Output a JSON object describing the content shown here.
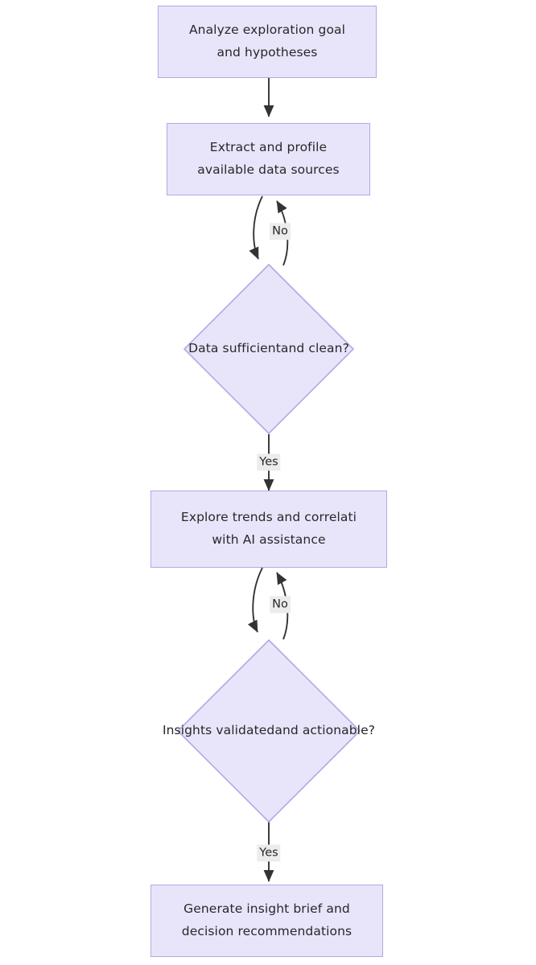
{
  "diagram": {
    "type": "flowchart",
    "orientation": "top-to-bottom",
    "theme": {
      "node_fill": "#e8e5fa",
      "node_border": "#b6a5e6",
      "text_color": "#27272a",
      "edge_color": "#333333",
      "edge_label_background": "#ececec",
      "canvas_background": "#ffffff"
    },
    "nodes": [
      {
        "id": "n1",
        "shape": "process",
        "line1": "Analyze exploration goal",
        "line2": "and hypotheses"
      },
      {
        "id": "n2",
        "shape": "process",
        "line1": "Extract and profile",
        "line2": "available data sources"
      },
      {
        "id": "n3",
        "shape": "decision",
        "line1": "Data sufficient",
        "line2": "and clean?"
      },
      {
        "id": "n4",
        "shape": "process",
        "line1": "Explore trends and correlati",
        "line2": "with AI assistance"
      },
      {
        "id": "n5",
        "shape": "decision",
        "line1": "Insights validated",
        "line2": "and actionable?"
      },
      {
        "id": "n6",
        "shape": "process",
        "line1": "Generate insight brief and",
        "line2": "decision recommendations"
      }
    ],
    "edges": [
      {
        "id": "e1",
        "from": "n1",
        "to": "n2",
        "label": ""
      },
      {
        "id": "e2",
        "from": "n2",
        "to": "n3",
        "label": ""
      },
      {
        "id": "e3",
        "from": "n3",
        "to": "n2",
        "label": "No"
      },
      {
        "id": "e4",
        "from": "n3",
        "to": "n4",
        "label": "Yes"
      },
      {
        "id": "e5",
        "from": "n4",
        "to": "n5",
        "label": ""
      },
      {
        "id": "e6",
        "from": "n5",
        "to": "n4",
        "label": "No"
      },
      {
        "id": "e7",
        "from": "n5",
        "to": "n6",
        "label": "Yes"
      }
    ]
  }
}
